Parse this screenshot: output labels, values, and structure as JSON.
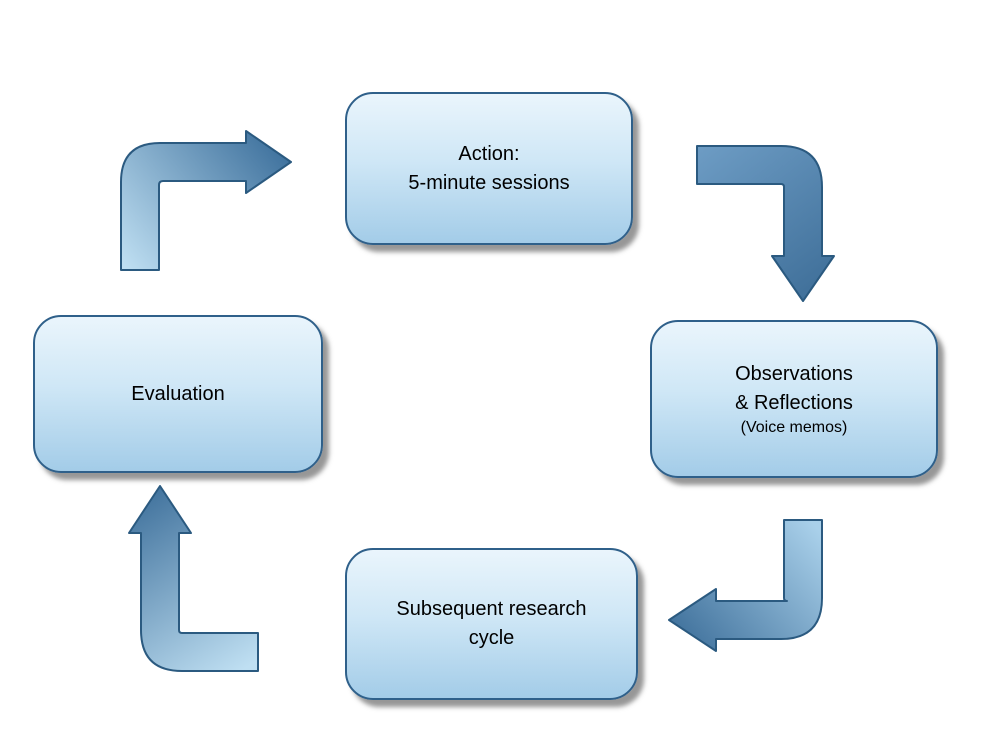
{
  "diagram": {
    "type": "cycle-flowchart",
    "background": "#ffffff",
    "nodes": {
      "action": {
        "lines": [
          "Action:",
          "5-minute sessions"
        ]
      },
      "observations": {
        "lines": [
          "Observations",
          "& Reflections"
        ],
        "note": "(Voice memos)"
      },
      "evaluation": {
        "lines": [
          "Evaluation"
        ]
      },
      "subsequent_cycle": {
        "lines": [
          "Subsequent research",
          "cycle"
        ]
      }
    },
    "arrows": [
      {
        "name": "arrow-evaluation-to-action",
        "direction": "up-then-right"
      },
      {
        "name": "arrow-action-to-observations",
        "direction": "right-then-down"
      },
      {
        "name": "arrow-observations-to-subsequent-cycle",
        "direction": "down-then-left"
      },
      {
        "name": "arrow-subsequent-cycle-to-evaluation",
        "direction": "left-then-up"
      }
    ],
    "colors": {
      "box_fill_light": "#eaf5fc",
      "box_fill_dark": "#a3cce8",
      "box_border": "#2f608a",
      "arrow_fill_light": "#b7d9ee",
      "arrow_fill_dark": "#44759f",
      "arrow_border": "#2b5a80",
      "text": "#000000"
    }
  }
}
